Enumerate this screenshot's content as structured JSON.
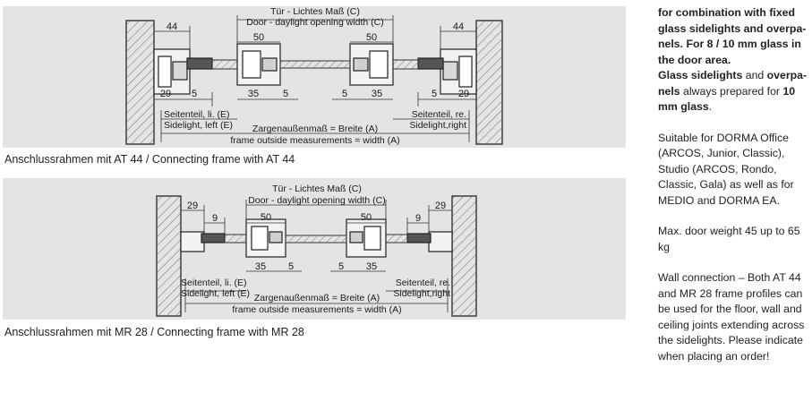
{
  "diagram1": {
    "caption": "Anschlussrahmen mit AT 44 / Connecting frame with AT 44",
    "top_de": "Tür - Lichtes Maß (C)",
    "top_en": "Door - daylight opening width (C)",
    "dim_44_left": "44",
    "dim_44_right": "44",
    "dim_50_left": "50",
    "dim_50_right": "50",
    "dim_29": "29",
    "dim_5_a": "5",
    "dim_35_left": "35",
    "dim_5_b": "5",
    "dim_5_c": "5",
    "dim_35_right": "35",
    "dim_5_d": "5",
    "dim_29_right": "29",
    "side_left_de": "Seitenteil, li. (E)",
    "side_left_en": "Sidelight, left (E)",
    "side_right_de": "Seitenteil, re.",
    "side_right_en": "Sidelight,right",
    "frame_de": "Zargenaußenmaß = Breite (A)",
    "frame_en": "frame outside measurements = width (A)"
  },
  "diagram2": {
    "caption": "Anschlussrahmen mit MR 28 / Connecting frame with MR 28",
    "top_de": "Tür - Lichtes Maß (C)",
    "top_en": "Door - daylight opening width (C)",
    "dim_29_left": "29",
    "dim_9_left": "9",
    "dim_50_left": "50",
    "dim_50_right": "50",
    "dim_9_right": "9",
    "dim_29_right": "29",
    "dim_35_left": "35",
    "dim_5_left": "5",
    "dim_5_right": "5",
    "dim_35_right": "35",
    "side_left_de": "Seitenteil, li. (E)",
    "side_left_en": "Sidelight, left (E)",
    "side_right_de": "Seitenteil, re.",
    "side_right_en": "Sidelight,right",
    "frame_de": "Zargenaußenmaß = Breite (A)",
    "frame_en": "frame outside measurements = width (A)"
  },
  "sidebar": {
    "p1_bold": "for combination with fixed glass sidelights and overpa-nels. For 8 / 10 mm glass in the door area.",
    "p2_bold_a": "Glass sidelights",
    "p2_normal_a": " and ",
    "p2_bold_b": "overpa-nels",
    "p2_normal_b": " always prepared for ",
    "p2_bold_c": "10 mm glass",
    "p2_normal_c": ".",
    "p3": "Suitable for DORMA Office (ARCOS, Junior, Classic), Studio (ARCOS, Rondo, Classic, Gala) as well as for MEDIO and DORMA EA.",
    "p4": "Max. door weight 45 up to 65 kg",
    "p5": "Wall connection – Both AT 44 and MR 28 frame profiles can be used for the floor, wall and ceiling joints extending across the sidelights. Please indicate when placing an order!"
  }
}
